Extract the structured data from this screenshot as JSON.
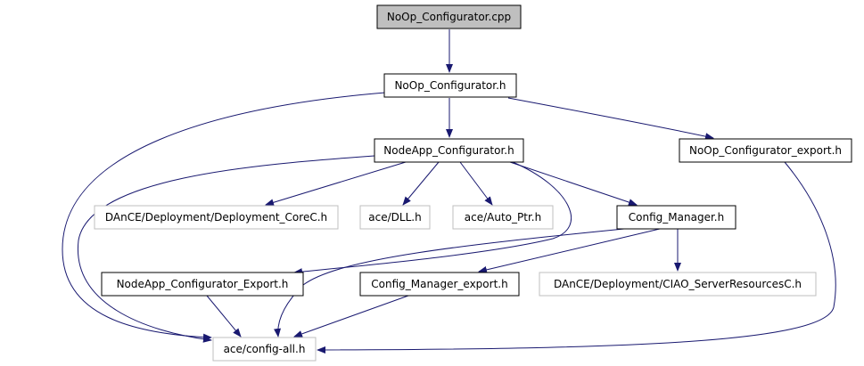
{
  "graph": {
    "nodes": [
      {
        "id": "noop_cpp",
        "label": "NoOp_Configurator.cpp",
        "style": "root"
      },
      {
        "id": "noop_h",
        "label": "NoOp_Configurator.h",
        "style": "normal"
      },
      {
        "id": "nodeapp_h",
        "label": "NodeApp_Configurator.h",
        "style": "normal"
      },
      {
        "id": "noop_export_h",
        "label": "NoOp_Configurator_export.h",
        "style": "normal"
      },
      {
        "id": "deployment_corec_h",
        "label": "DAnCE/Deployment/Deployment_CoreC.h",
        "style": "external"
      },
      {
        "id": "ace_dll_h",
        "label": "ace/DLL.h",
        "style": "external"
      },
      {
        "id": "ace_auto_ptr_h",
        "label": "ace/Auto_Ptr.h",
        "style": "external"
      },
      {
        "id": "config_manager_h",
        "label": "Config_Manager.h",
        "style": "normal"
      },
      {
        "id": "nodeapp_export_h",
        "label": "NodeApp_Configurator_Export.h",
        "style": "normal"
      },
      {
        "id": "config_manager_export_h",
        "label": "Config_Manager_export.h",
        "style": "normal"
      },
      {
        "id": "ciao_server_resources_h",
        "label": "DAnCE/Deployment/CIAO_ServerResourcesC.h",
        "style": "external"
      },
      {
        "id": "ace_config_all_h",
        "label": "ace/config-all.h",
        "style": "external"
      }
    ],
    "edges": [
      {
        "from": "noop_cpp",
        "to": "noop_h"
      },
      {
        "from": "noop_h",
        "to": "nodeapp_h"
      },
      {
        "from": "noop_h",
        "to": "noop_export_h"
      },
      {
        "from": "noop_h",
        "to": "ace_config_all_h"
      },
      {
        "from": "nodeapp_h",
        "to": "deployment_corec_h"
      },
      {
        "from": "nodeapp_h",
        "to": "ace_dll_h"
      },
      {
        "from": "nodeapp_h",
        "to": "ace_auto_ptr_h"
      },
      {
        "from": "nodeapp_h",
        "to": "config_manager_h"
      },
      {
        "from": "nodeapp_h",
        "to": "nodeapp_export_h"
      },
      {
        "from": "nodeapp_h",
        "to": "ace_config_all_h"
      },
      {
        "from": "noop_export_h",
        "to": "ace_config_all_h"
      },
      {
        "from": "config_manager_h",
        "to": "config_manager_export_h"
      },
      {
        "from": "config_manager_h",
        "to": "ciao_server_resources_h"
      },
      {
        "from": "config_manager_h",
        "to": "ace_config_all_h"
      },
      {
        "from": "nodeapp_export_h",
        "to": "ace_config_all_h"
      },
      {
        "from": "config_manager_export_h",
        "to": "ace_config_all_h"
      }
    ]
  },
  "colors": {
    "edge": "#191970",
    "root_fill": "#bfbfbf",
    "node_border": "#000000",
    "external_border": "#bfbfbf",
    "text": "#000000"
  }
}
